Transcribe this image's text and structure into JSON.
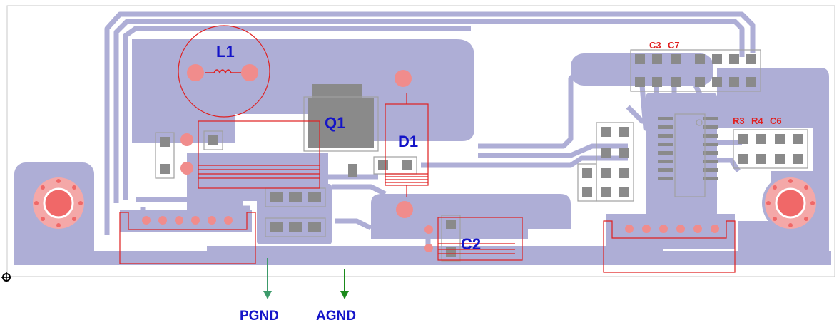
{
  "components": {
    "l1": "L1",
    "q1": "Q1",
    "d1": "D1",
    "c2": "C2",
    "c3": "C3",
    "c7": "C7",
    "r3": "R3",
    "r4": "R4",
    "c6": "C6"
  },
  "nets": {
    "pgnd": "PGND",
    "agnd": "AGND"
  },
  "colors": {
    "copper": "#aeaed6",
    "pad": "#f08c8c",
    "silkscreen": "#e02020",
    "outline": "#a0a0a0",
    "smd_body": "#8a8a8a",
    "component_label": "#1414c8",
    "pgnd_arrow": "#3c9a6a",
    "agnd_arrow": "#1a8a1a",
    "net_label": "#1414c8"
  }
}
